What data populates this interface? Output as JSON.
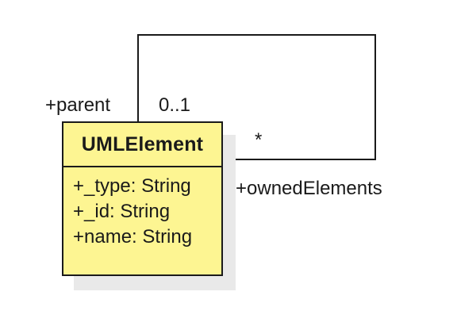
{
  "class": {
    "name": "UMLElement",
    "attributes": [
      "+_type: String",
      "+_id: String",
      "+name: String"
    ]
  },
  "association": {
    "parent_role": "+parent",
    "parent_multiplicity": "0..1",
    "owned_role": "+ownedElements",
    "owned_multiplicity": "*"
  },
  "colors": {
    "class_fill": "#fdf592",
    "line": "#1a1a1a",
    "shadow": "#e9e9e9"
  }
}
